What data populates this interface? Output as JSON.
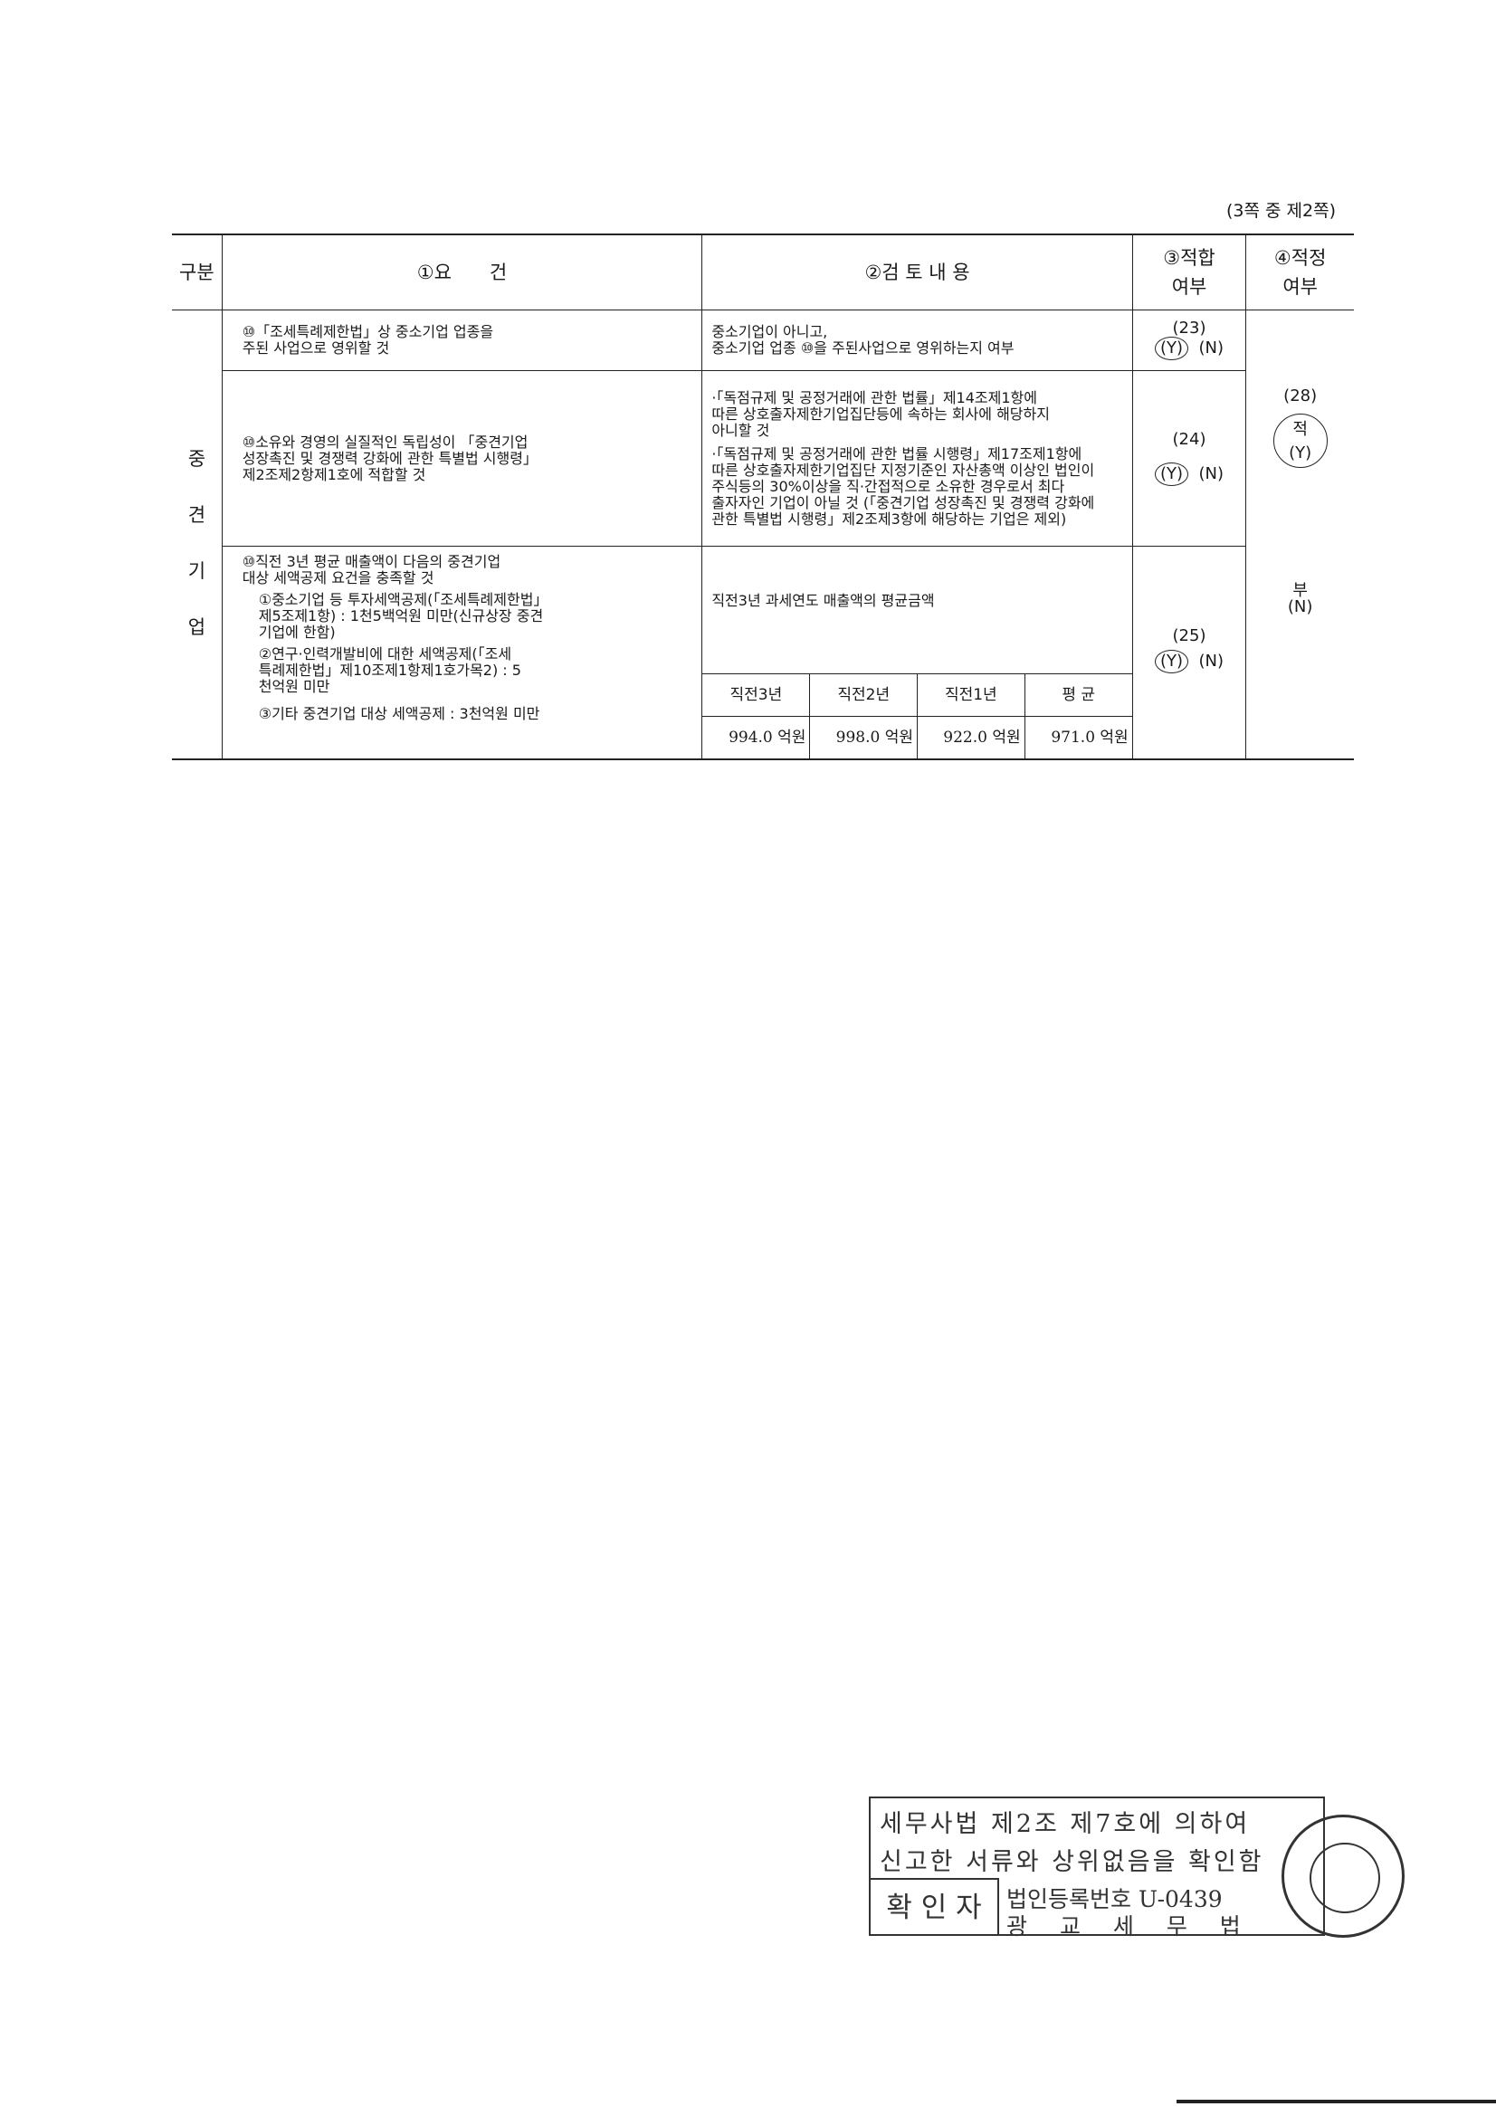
{
  "page_number": "(3쪽 중 제2쪽)",
  "headers": {
    "section": "구분",
    "requirement": "①요　　건",
    "review": "②검 토 내 용",
    "fit": "③적합\n여부",
    "appropriate": "④적정\n여부"
  },
  "section_label": "중\n견\n기\n업",
  "rows": [
    {
      "requirement": "⑩「조세특례제한법」상 중소기업 업종을\n주된 사업으로 영위할 것",
      "review": "중소기업이 아니고,\n중소기업 업종 ⑩을 주된사업으로 영위하는지 여부",
      "fit_number": "(23)",
      "fit_yes": "(Y)",
      "fit_no": "(N)"
    },
    {
      "requirement": "⑩소유와 경영의 실질적인 독립성이 「중견기업\n성장촉진 및 경쟁력 강화에 관한 특별법 시행령」\n제2조제2항제1호에 적합할 것",
      "review_1": "·「독점규제 및 공정거래에 관한 법률」제14조제1항에\n따른 상호출자제한기업집단등에 속하는 회사에 해당하지\n아니할 것",
      "review_2": "·「독점규제 및 공정거래에 관한 법률 시행령」제17조제1항에\n따른 상호출자제한기업집단 지정기준인 자산총액 이상인 법인이\n주식등의 30%이상을 직·간접적으로 소유한 경우로서 최다\n출자자인 기업이 아닐 것 (「중견기업 성장촉진 및 경쟁력 강화에\n관한 특별법 시행령」제2조제3항에 해당하는 기업은 제외)",
      "fit_number": "(24)",
      "fit_yes": "(Y)",
      "fit_no": "(N)"
    },
    {
      "requirement_title": "⑩직전 3년 평균 매출액이 다음의 중견기업\n대상 세액공제 요건을 충족할 것",
      "requirement_1": "①중소기업 등 투자세액공제(「조세특례제한법」\n제5조제1항) : 1천5백억원 미만(신규상장 중견\n기업에 한함)",
      "requirement_2": "②연구·인력개발비에 대한 세액공제(「조세\n특례제한법」제10조제1항제1호가목2) : 5\n천억원 미만",
      "requirement_3": "③기타 중견기업 대상 세액공제 : 3천억원 미만",
      "review": "직전3년 과세연도 매출액의 평균금액",
      "table_headers": [
        "직전3년",
        "직전2년",
        "직전1년",
        "평 균"
      ],
      "table_values": [
        "994.0 억원",
        "998.0 억원",
        "922.0 억원",
        "971.0 억원"
      ],
      "fit_number": "(25)",
      "fit_yes": "(Y)",
      "fit_no": "(N)"
    }
  ],
  "appropriate": {
    "number": "(28)",
    "yes_label": "적",
    "yes_code": "(Y)",
    "no_label": "부",
    "no_code": "(N)"
  },
  "stamp": {
    "line1": "세무사법 제2조 제7호에 의하여",
    "line2": "신고한 서류와 상위없음을 확인함",
    "confirmer": "확 인 자",
    "registration": "법인등록번호 U-0439",
    "firm": "광 교 세 무 법"
  }
}
